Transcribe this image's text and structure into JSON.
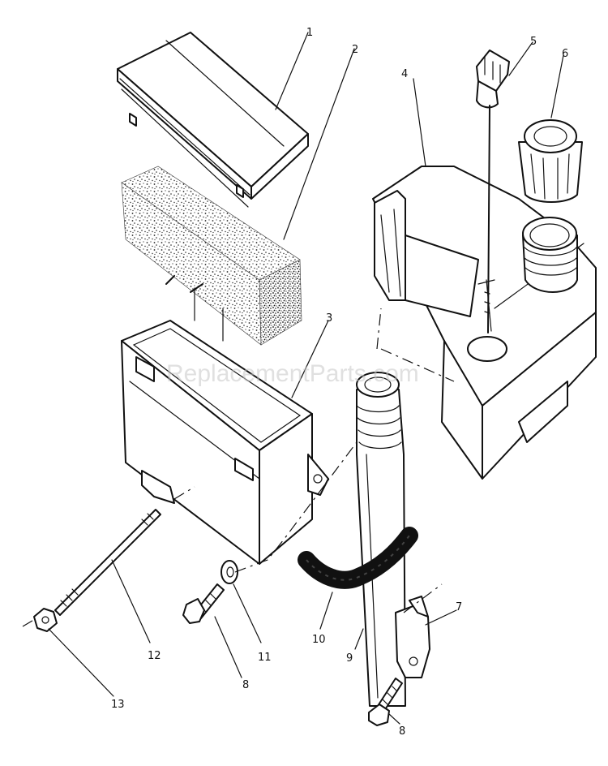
{
  "watermark": "ReplacementParts.com",
  "callouts": {
    "c1": "1",
    "c2": "2",
    "c3": "3",
    "c4": "4",
    "c5": "5",
    "c6": "6",
    "c7": "7",
    "c8a": "8",
    "c8b": "8",
    "c9": "9",
    "c10": "10",
    "c11": "11",
    "c12": "12",
    "c13": "13"
  }
}
